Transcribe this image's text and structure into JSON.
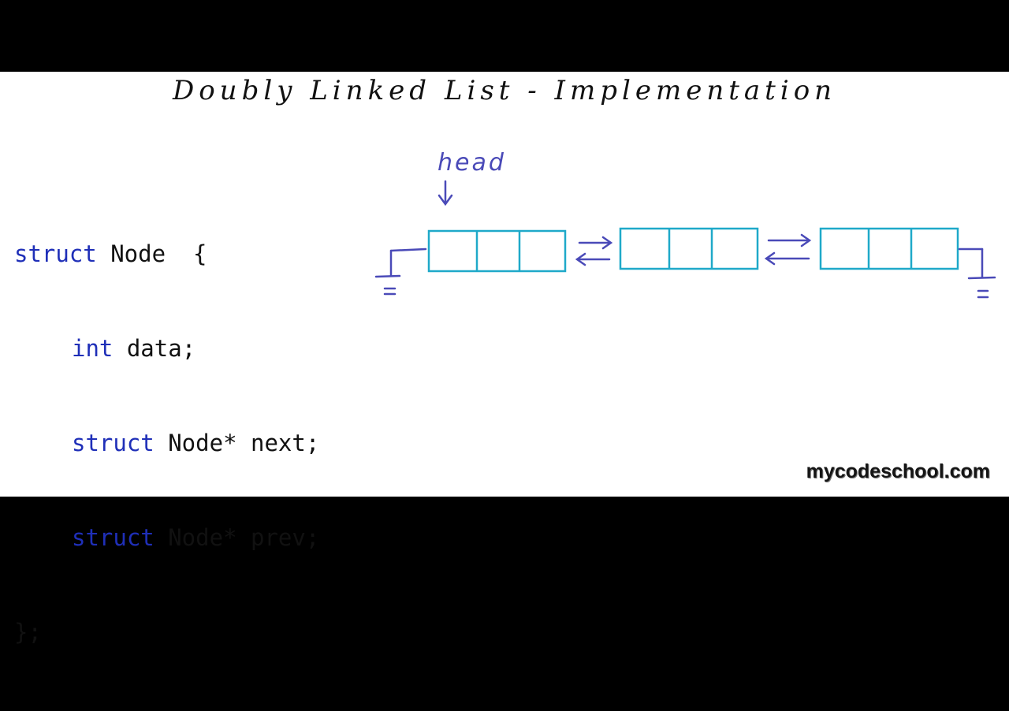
{
  "title": "Doubly Linked List - Implementation",
  "code": {
    "line1": {
      "kw": "struct",
      "rest": " Node  {"
    },
    "line2": {
      "kw": "int",
      "rest": " data;"
    },
    "line3": {
      "kw": "struct",
      "rest": " Node* next;"
    },
    "line4": {
      "kw": "struct",
      "rest": " Node* prev;"
    },
    "line5": {
      "text": "};"
    }
  },
  "diagram": {
    "head_label": "head",
    "node_count": 3,
    "null_symbol": "ground"
  },
  "watermark": "mycodeschool.com",
  "colors": {
    "background": "#ffffff",
    "letterbox": "#000000",
    "keyword": "#1f2fb8",
    "node_box": "#1fa9c9",
    "arrow": "#4a4ab8",
    "text": "#111111"
  }
}
